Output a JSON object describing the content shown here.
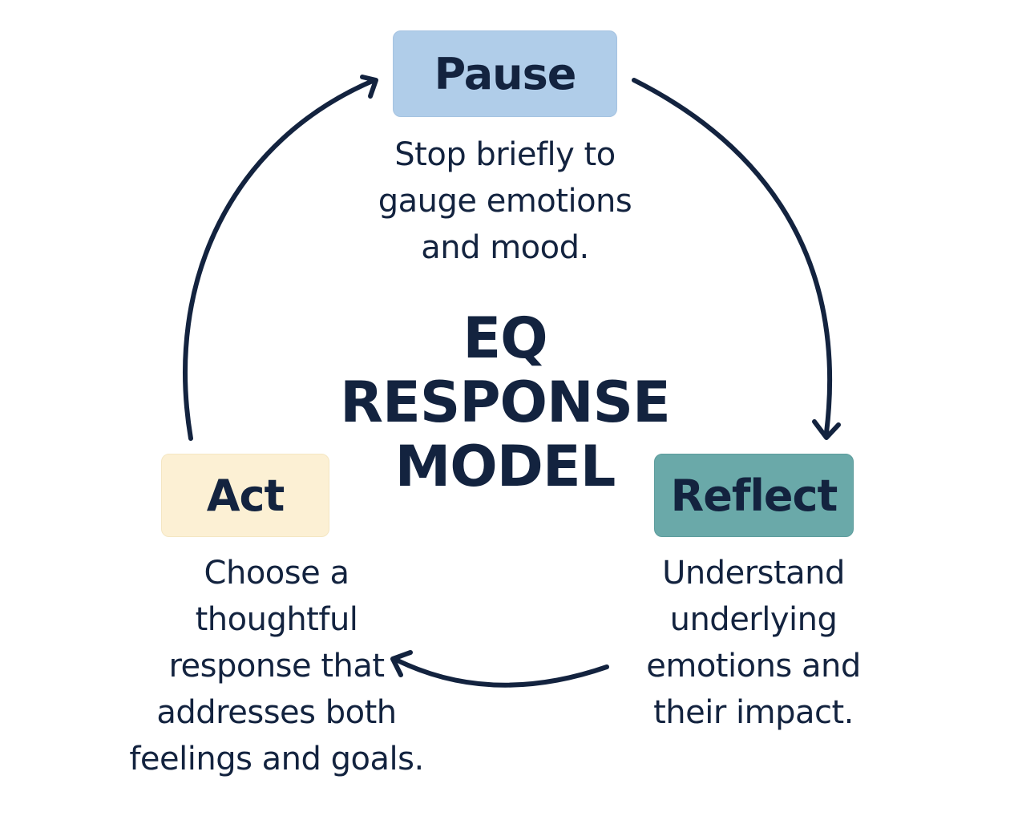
{
  "center_title": {
    "line1": "EQ",
    "line2": "RESPONSE",
    "line3": "MODEL"
  },
  "steps": [
    {
      "title": "Pause",
      "color": "#b0cde9",
      "description": [
        "Stop briefly to",
        "gauge emotions",
        "and mood."
      ]
    },
    {
      "title": "Reflect",
      "color": "#6aa9a9",
      "description": [
        "Understand",
        "underlying",
        "emotions and",
        "their impact."
      ]
    },
    {
      "title": "Act",
      "color": "#fcf0d4",
      "description": [
        "Choose a",
        "thoughtful",
        "response that",
        "addresses both",
        "feelings and goals."
      ]
    }
  ],
  "arrow_color": "#13233f"
}
